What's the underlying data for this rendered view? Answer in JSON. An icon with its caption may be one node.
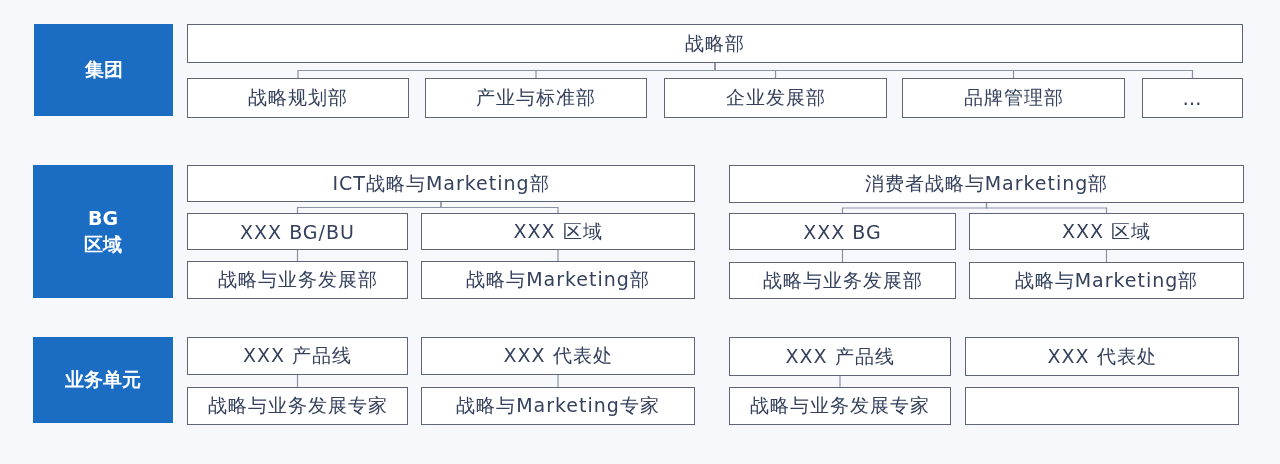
{
  "diagram": {
    "nodes": [
      {
        "text": [
          "集团"
        ]
      },
      {
        "text": [
          "战略部"
        ]
      },
      {
        "text": [
          "战略规划部"
        ]
      },
      {
        "text": [
          "产业与标准部"
        ]
      },
      {
        "text": [
          "企业发展部"
        ]
      },
      {
        "text": [
          "品牌管理部"
        ]
      },
      {
        "text": [
          "…"
        ]
      },
      {
        "text": [
          "BG 区域"
        ]
      },
      {
        "text": [
          "ICT战略与Marketing部"
        ]
      },
      {
        "text": [
          "消费者战略与Marketing部"
        ]
      },
      {
        "text": [
          "XXX BG/BU"
        ]
      },
      {
        "text": [
          "XXX 区域"
        ]
      },
      {
        "text": [
          "XXX BG"
        ]
      },
      {
        "text": [
          "XXX 区域"
        ]
      },
      {
        "text": [
          "战略与业务发展部"
        ]
      },
      {
        "text": [
          "战略与Marketing部"
        ]
      },
      {
        "text": [
          "战略与业务发展部"
        ]
      },
      {
        "text": [
          "战略与Marketing部"
        ]
      },
      {
        "text": [
          "业务单元"
        ]
      },
      {
        "text": [
          "XXX 产品线"
        ]
      },
      {
        "text": [
          "XXX 代表处"
        ]
      },
      {
        "text": [
          "XXX 产品线"
        ]
      },
      {
        "text": [
          "XXX 代表处"
        ]
      },
      {
        "text": [
          "战略与业务发展专家"
        ]
      },
      {
        "text": [
          "战略与Marketing专家"
        ]
      },
      {
        "text": [
          "战略与业务发展专家"
        ]
      },
      {
        "text": [],
        "shape": "box"
      }
    ],
    "edges": [
      {
        "from": 1,
        "to": 2,
        "arrow": "none"
      },
      {
        "from": 1,
        "to": 3,
        "arrow": "none"
      },
      {
        "from": 1,
        "to": 4,
        "arrow": "none"
      },
      {
        "from": 1,
        "to": 5,
        "arrow": "none"
      },
      {
        "from": 1,
        "to": 6,
        "arrow": "none"
      },
      {
        "from": 8,
        "to": 10,
        "arrow": "none"
      },
      {
        "from": 8,
        "to": 11,
        "arrow": "none"
      },
      {
        "from": 9,
        "to": 12,
        "arrow": "none"
      },
      {
        "from": 9,
        "to": 13,
        "arrow": "none"
      },
      {
        "from": 10,
        "to": 14,
        "arrow": "none"
      },
      {
        "from": 11,
        "to": 15,
        "arrow": "none"
      },
      {
        "from": 12,
        "to": 16,
        "arrow": "none"
      },
      {
        "from": 13,
        "to": 17,
        "arrow": "none"
      },
      {
        "from": 19,
        "to": 23,
        "arrow": "none"
      },
      {
        "from": 20,
        "to": 24,
        "arrow": "none"
      },
      {
        "from": 21,
        "to": 25,
        "arrow": "none"
      }
    ]
  }
}
